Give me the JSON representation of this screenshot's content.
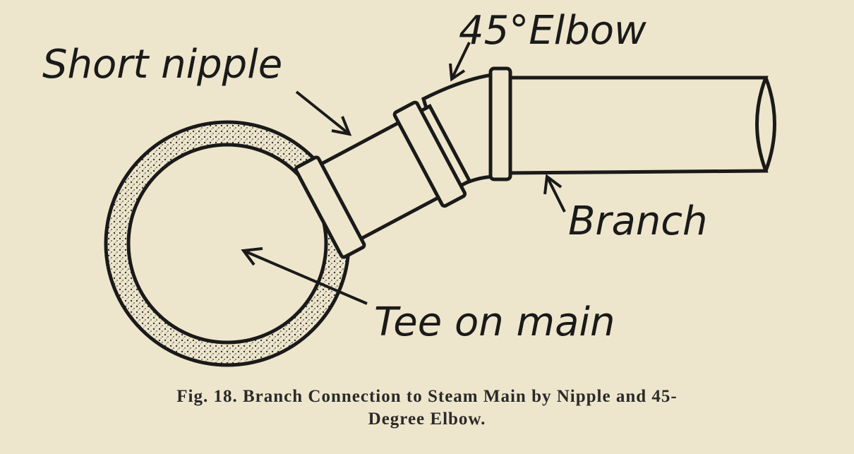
{
  "figure": {
    "labels": {
      "short_nipple": "Short nipple",
      "elbow": "45°Elbow",
      "branch": "Branch",
      "tee": "Tee on main"
    },
    "caption_line1": "Fig. 18.  Branch Connection to Steam Main by Nipple and 45-",
    "caption_line2": "Degree Elbow."
  }
}
